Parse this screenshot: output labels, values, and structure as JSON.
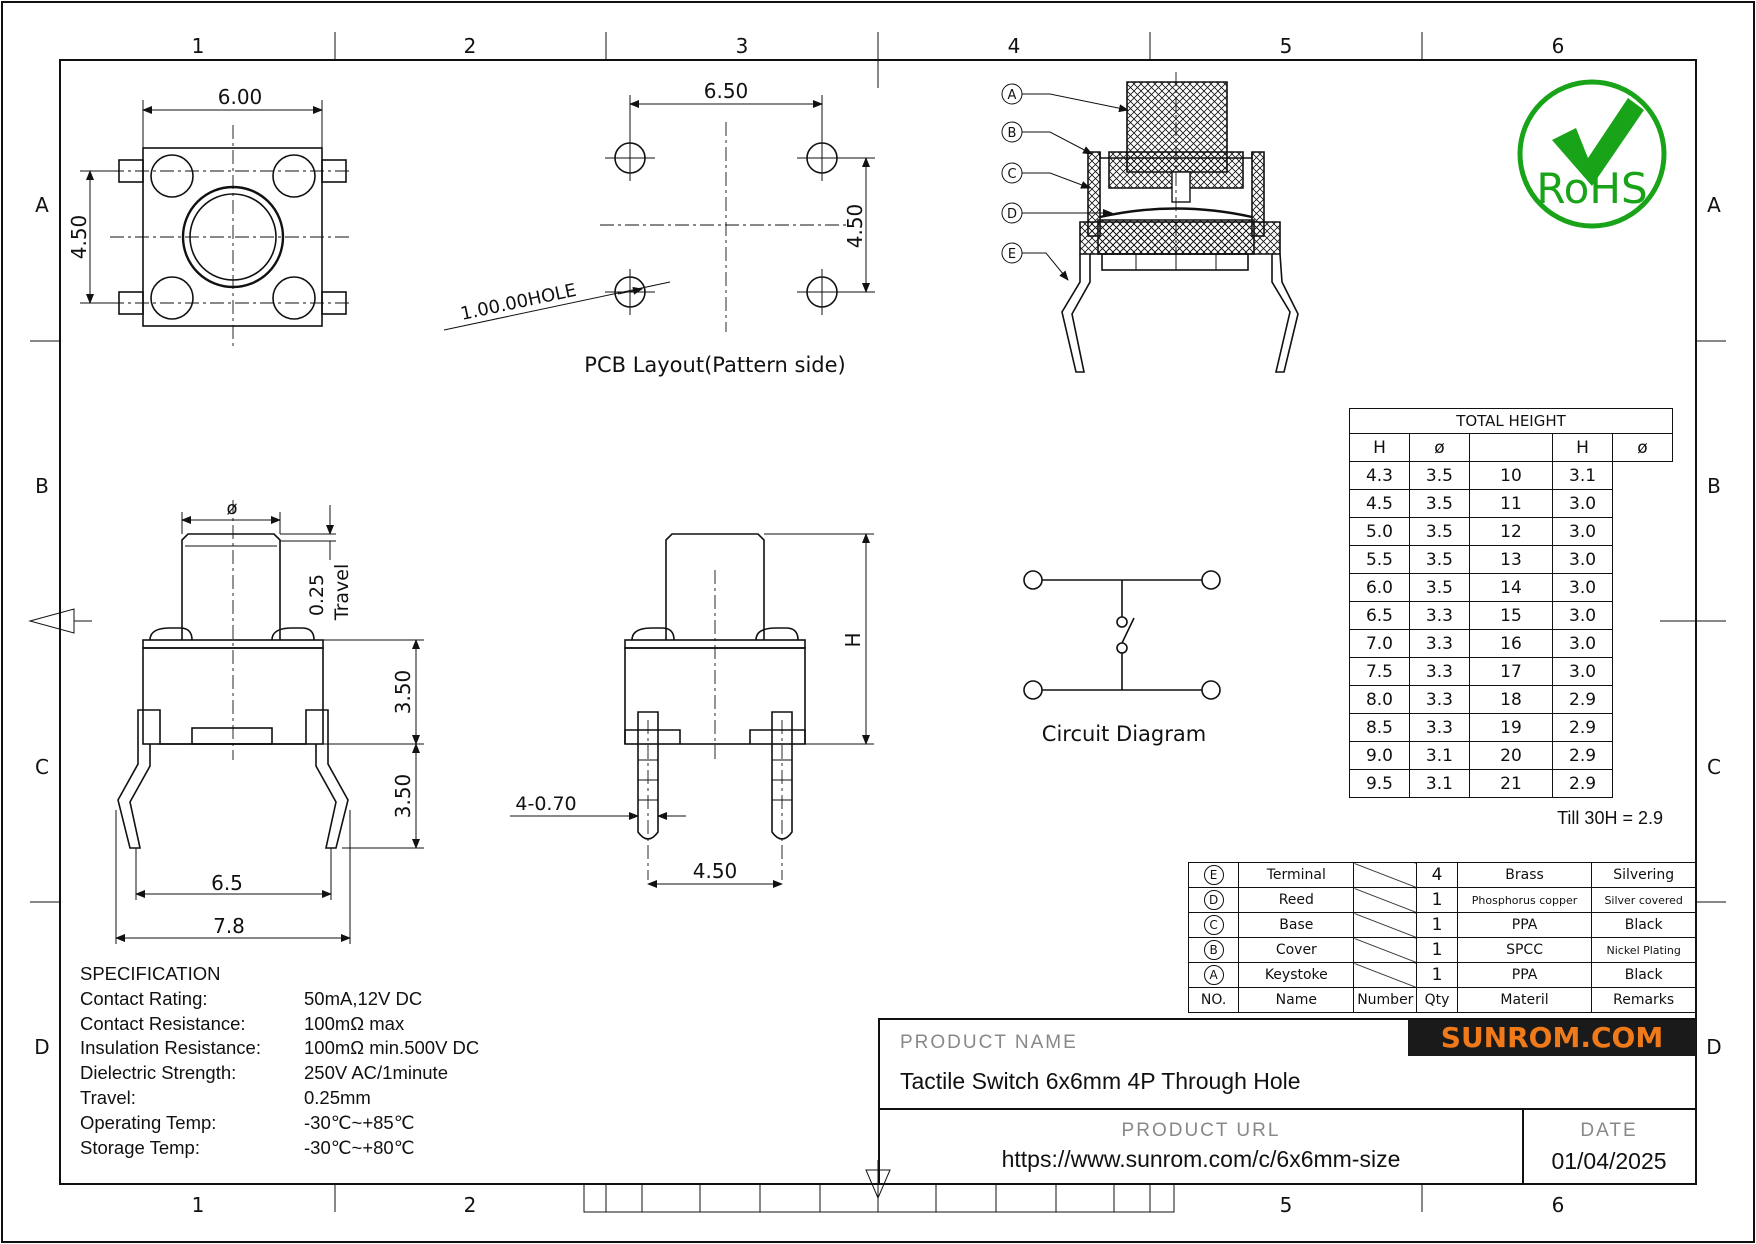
{
  "border": {
    "columns": [
      "1",
      "2",
      "3",
      "4",
      "5",
      "6"
    ],
    "rows": [
      "A",
      "B",
      "C",
      "D"
    ]
  },
  "views": {
    "top_width": "6.00",
    "top_height": "4.50",
    "pcb_width": "6.50",
    "pcb_height": "4.50",
    "pcb_hole": "1.00.00HOLE",
    "pcb_caption": "PCB  Layout(Pattern  side)",
    "side_phi": "ø",
    "side_travel": "0.25",
    "side_travel_label": "Travel",
    "side_body": "3.50",
    "side_leg": "3.50",
    "side_inner_width": "6.5",
    "side_outer_width": "7.8",
    "front_h": "H",
    "front_pin": "4-0.70",
    "front_pitch": "4.50",
    "circuit_caption": "Circuit  Diagram",
    "callouts": [
      "A",
      "B",
      "C",
      "D",
      "E"
    ]
  },
  "rohs": {
    "text": "RoHS",
    "color": "#19a319"
  },
  "height_table": {
    "title": "TOTAL  HEIGHT",
    "col_h": "H",
    "col_phi": "ø",
    "left": [
      [
        "4.3",
        "3.5"
      ],
      [
        "4.5",
        "3.5"
      ],
      [
        "5.0",
        "3.5"
      ],
      [
        "5.5",
        "3.5"
      ],
      [
        "6.0",
        "3.5"
      ],
      [
        "6.5",
        "3.3"
      ],
      [
        "7.0",
        "3.3"
      ],
      [
        "7.5",
        "3.3"
      ],
      [
        "8.0",
        "3.3"
      ],
      [
        "8.5",
        "3.3"
      ],
      [
        "9.0",
        "3.1"
      ],
      [
        "9.5",
        "3.1"
      ]
    ],
    "right": [
      [
        "10",
        "3.1"
      ],
      [
        "11",
        "3.0"
      ],
      [
        "12",
        "3.0"
      ],
      [
        "13",
        "3.0"
      ],
      [
        "14",
        "3.0"
      ],
      [
        "15",
        "3.0"
      ],
      [
        "16",
        "3.0"
      ],
      [
        "17",
        "3.0"
      ],
      [
        "18",
        "2.9"
      ],
      [
        "19",
        "2.9"
      ],
      [
        "20",
        "2.9"
      ],
      [
        "21",
        "2.9"
      ]
    ],
    "note": "Till 30H = 2.9"
  },
  "bom": {
    "rows": [
      {
        "no": "E",
        "name": "Terminal",
        "qty": "4",
        "material": "Brass",
        "remarks": "Silvering"
      },
      {
        "no": "D",
        "name": "Reed",
        "qty": "1",
        "material": "Phosphorus copper",
        "remarks": "Silver covered"
      },
      {
        "no": "C",
        "name": "Base",
        "qty": "1",
        "material": "PPA",
        "remarks": "Black"
      },
      {
        "no": "B",
        "name": "Cover",
        "qty": "1",
        "material": "SPCC",
        "remarks": "Nickel Plating"
      },
      {
        "no": "A",
        "name": "Keystoke",
        "qty": "1",
        "material": "PPA",
        "remarks": "Black"
      }
    ],
    "header": {
      "no": "NO.",
      "name": "Name",
      "number": "Number",
      "qty": "Qty",
      "material": "Materil",
      "remarks": "Remarks"
    }
  },
  "spec": {
    "title": "SPECIFICATION",
    "items": [
      {
        "k": "Contact  Rating:",
        "v": "50mA,12V DC"
      },
      {
        "k": "Contact  Resistance:",
        "v": "100mΩ max"
      },
      {
        "k": "Insulation Resistance:",
        "v": "100mΩ min.500V DC"
      },
      {
        "k": "Dielectric  Strength:",
        "v": "250V AC/1minute"
      },
      {
        "k": "Travel:",
        "v": "0.25mm"
      },
      {
        "k": "Operating Temp:",
        "v": "-30℃~+85℃"
      },
      {
        "k": "Storage Temp:",
        "v": "-30℃~+80℃"
      }
    ]
  },
  "title_block": {
    "brand": "SUNROM.COM",
    "brand_color": "#f07a1a",
    "product_name_label": "PRODUCT NAME",
    "product_name": "Tactile Switch 6x6mm 4P Through Hole",
    "url_label": "PRODUCT URL",
    "url": "https://www.sunrom.com/c/6x6mm-size",
    "date_label": "DATE",
    "date": "01/04/2025"
  }
}
